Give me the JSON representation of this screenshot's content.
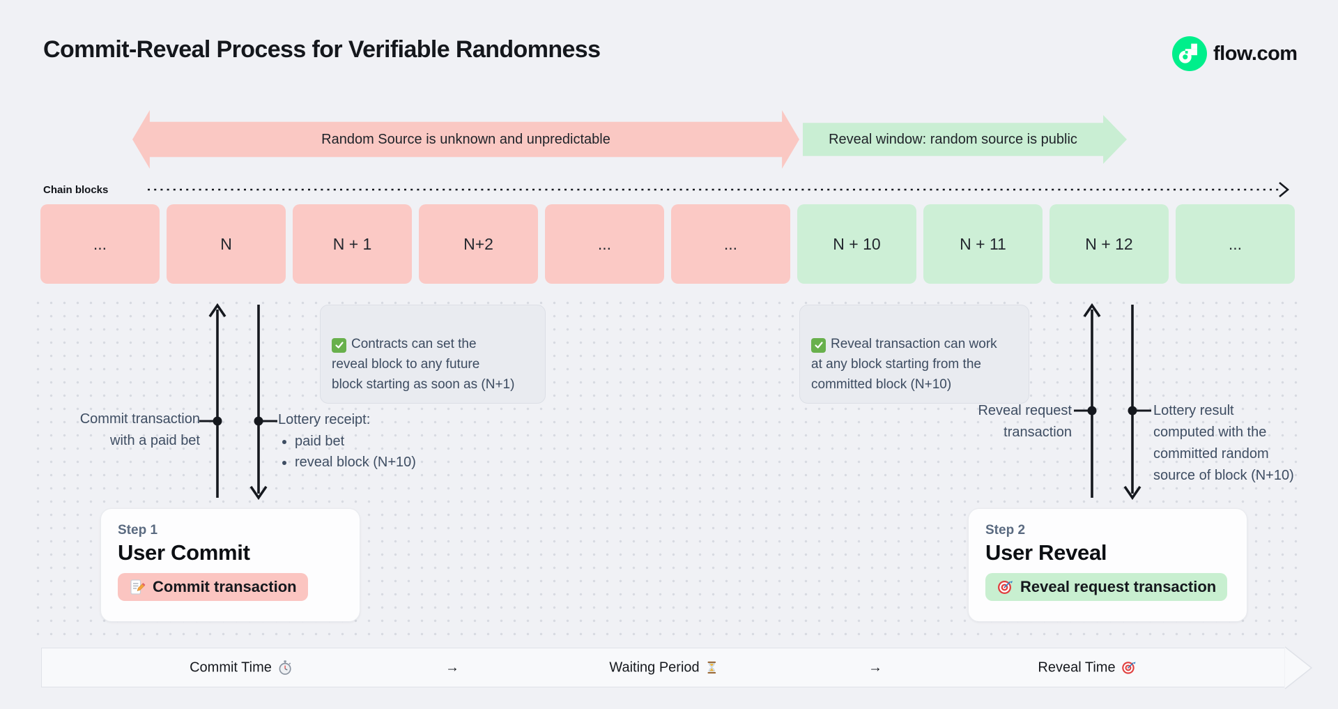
{
  "header": {
    "title": "Commit-Reveal Process for Verifiable Randomness",
    "brand": "flow.com"
  },
  "theme": {
    "flow_green": "#00EF8B",
    "commit_red": "#FBC9C5",
    "reveal_green": "#CDEFD6",
    "ink": "#15181E",
    "slate_text": "#3E4D62"
  },
  "top_arrows": {
    "red_label": "Random Source is unknown and unpredictable",
    "green_label": "Reveal window: random source is public"
  },
  "chain": {
    "label": "Chain blocks",
    "blocks": [
      {
        "label": "...",
        "phase": "commit"
      },
      {
        "label": "N",
        "phase": "commit"
      },
      {
        "label": "N + 1",
        "phase": "commit"
      },
      {
        "label": "N+2",
        "phase": "commit"
      },
      {
        "label": "...",
        "phase": "commit"
      },
      {
        "label": "...",
        "phase": "commit"
      },
      {
        "label": "N + 10",
        "phase": "reveal"
      },
      {
        "label": "N + 11",
        "phase": "reveal"
      },
      {
        "label": "N + 12",
        "phase": "reveal"
      },
      {
        "label": "...",
        "phase": "reveal"
      }
    ]
  },
  "annotations": {
    "left": {
      "icon": "check",
      "text": "Contracts can set the\nreveal block to any future\nblock starting as soon as (N+1)"
    },
    "right": {
      "icon": "check",
      "text": "Reveal transaction can work\nat any block starting from the\ncommitted block (N+10)"
    }
  },
  "labels": {
    "commit": "Commit transaction\nwith a paid bet",
    "receipt_title": "Lottery receipt:",
    "receipt_items": [
      "paid bet",
      "reveal block (N+10)"
    ],
    "reveal": "Reveal request\ntransaction",
    "result": "Lottery result\ncomputed with the\ncommitted random\nsource of block (N+10)"
  },
  "steps": {
    "step1": {
      "eyebrow": "Step 1",
      "title": "User Commit",
      "action": "Commit transaction",
      "icon": "memo"
    },
    "step2": {
      "eyebrow": "Step 2",
      "title": "User Reveal",
      "action": "Reveal request transaction",
      "icon": "target"
    }
  },
  "timeline": {
    "items": [
      {
        "label": "Commit Time",
        "icon": "stopwatch"
      },
      {
        "label": "→",
        "icon": ""
      },
      {
        "label": "Waiting Period",
        "icon": "hourglass"
      },
      {
        "label": "→",
        "icon": ""
      },
      {
        "label": "Reveal Time",
        "icon": "target"
      }
    ]
  }
}
